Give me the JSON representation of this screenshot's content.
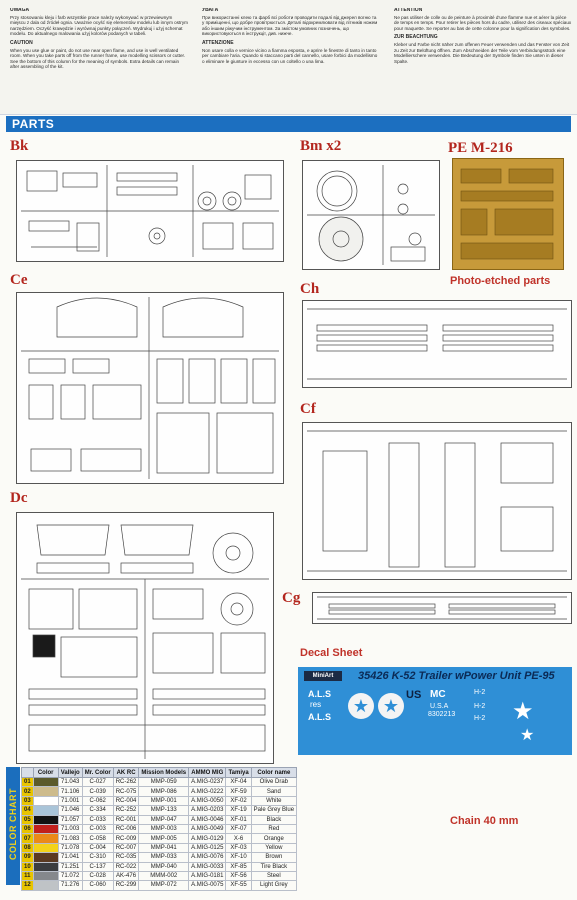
{
  "header": {
    "columns": [
      {
        "title": "UWAGA",
        "text": "Przy stosowaniu kleju i farb wszystkie prace należy wykonywać w przewiewnym miejscu z dala od źródeł ognia. Uważnie ocyść się elementów modelu lub innym ostrym narzędziem. Oczyść krawędzie i wyrównaj punkty połączeń. Wydrukuj i użyj schemat modelu. Do aktualnego malowania użyj kolorów podanych w tabeli.",
        "title2": "CAUTION",
        "text2": "When you use glue or paint, do not use near open flame, and use in well ventilated room. When you take parts off from the runner frame, use modelling scissors or cutter. See the bottom of this column for the meaning of symbols. Extra details can remain after assembling of the kit."
      },
      {
        "title": "УВАГА",
        "text": "При використанні клею та фарб всі роботи проводити подалі від джерел вогню та у приміщенні, що добре провітрюється. Деталі відокремлювати від літників ножем або іншим ріжучим інструментом. За змістом умовних позначень, що використовуються в інструкції, див. нижче.",
        "title2": "ATTENZIONE",
        "text2": "Non usare colla e vernice vicino a fiamma esposta, e aprire le finestre di tanto in tanto per cambiare l'aria. Quando si staccano parti del cannello, usare forbici da modellismo o eliminare le giunture in eccesso con un coltello o una lima."
      },
      {
        "title": "ATTENTION",
        "text": "Ne pas utiliser de colle ou de peinture à proximité d'une flamme nue et aérer la pièce de temps en temps. Pour retirer les pièces hors du cadre, utilisez des ciseaux spéciaux pour maquette. Se reporter au bas de cette colonne pour la signification des symboles.",
        "title2": "ZUR BEACHTUNG",
        "text2": "Kleber und Farbe nicht näher zum offenen Feuer verwenden und das Fenster von Zeit zu Zeit zur Belüftung öffnen. Zum Abschneiden der Teile vom Verbindungsstück eine Modellierschere verwenden. Die Bedeutung der Symbole finden Sie unten in dieser Spalte."
      }
    ]
  },
  "parts_title": "PARTS",
  "sprues": {
    "bk": "Bk",
    "bm": "Bm x2",
    "pe": "PE M-216",
    "pe_caption": "Photo-etched parts",
    "ce": "Ce",
    "ch": "Ch",
    "cf": "Cf",
    "dc": "Dc",
    "cg": "Cg"
  },
  "decal": {
    "label": "Decal Sheet",
    "logo": "MiniArt",
    "title": "35426 K-52 Trailer wPower Unit PE-95",
    "marks": [
      "A.L.S",
      "res",
      "A.L.S",
      "US",
      "MC",
      "U.S.A",
      "8302213",
      "H-2",
      "H-2",
      "H-2"
    ]
  },
  "chain_label": "Chain  40 mm",
  "color_chart": {
    "side_label": "COLOR CHART",
    "headers": [
      "",
      "Color",
      "Vallejo",
      "Mr. Color",
      "AK RC",
      "Mission Models",
      "AMMO MIG",
      "Tamiya",
      "Color name"
    ],
    "rows": [
      {
        "no": "01",
        "color": "#5b5a2b",
        "vallejo": "71.043",
        "mrcolor": "C-027",
        "akrc": "RC-262",
        "mission": "MMP-059",
        "ammo": "A.MIG-0237",
        "tamiya": "XF-04",
        "name": "Olive Drab"
      },
      {
        "no": "02",
        "color": "#cdbb8c",
        "vallejo": "71.106",
        "mrcolor": "C-039",
        "akrc": "RC-075",
        "mission": "MMP-086",
        "ammo": "A.MIG-0222",
        "tamiya": "XF-59",
        "name": "Sand"
      },
      {
        "no": "03",
        "color": "#ffffff",
        "vallejo": "71.001",
        "mrcolor": "C-062",
        "akrc": "RC-004",
        "mission": "MMP-001",
        "ammo": "A.MIG-0050",
        "tamiya": "XF-02",
        "name": "White"
      },
      {
        "no": "04",
        "color": "#a9c4d8",
        "vallejo": "71.046",
        "mrcolor": "C-334",
        "akrc": "RC-252",
        "mission": "MMP-133",
        "ammo": "A.MIG-0203",
        "tamiya": "XF-19",
        "name": "Pale Grey Blue"
      },
      {
        "no": "05",
        "color": "#121212",
        "vallejo": "71.057",
        "mrcolor": "C-033",
        "akrc": "RC-001",
        "mission": "MMP-047",
        "ammo": "A.MIG-0046",
        "tamiya": "XF-01",
        "name": "Black"
      },
      {
        "no": "06",
        "color": "#c1201c",
        "vallejo": "71.003",
        "mrcolor": "C-003",
        "akrc": "RC-006",
        "mission": "MMP-003",
        "ammo": "A.MIG-0049",
        "tamiya": "XF-07",
        "name": "Red"
      },
      {
        "no": "07",
        "color": "#ea8a1a",
        "vallejo": "71.083",
        "mrcolor": "C-058",
        "akrc": "RC-009",
        "mission": "MMP-005",
        "ammo": "A.MIG-0129",
        "tamiya": "X-6",
        "name": "Orange"
      },
      {
        "no": "08",
        "color": "#f3d21a",
        "vallejo": "71.078",
        "mrcolor": "C-004",
        "akrc": "RC-007",
        "mission": "MMP-041",
        "ammo": "A.MIG-0125",
        "tamiya": "XF-03",
        "name": "Yellow"
      },
      {
        "no": "09",
        "color": "#5a3a22",
        "vallejo": "71.041",
        "mrcolor": "C-310",
        "akrc": "RC-035",
        "mission": "MMP-033",
        "ammo": "A.MIG-0076",
        "tamiya": "XF-10",
        "name": "Brown"
      },
      {
        "no": "10",
        "color": "#3b3d40",
        "vallejo": "71.251",
        "mrcolor": "C-137",
        "akrc": "RC-022",
        "mission": "MMP-040",
        "ammo": "A.MIG-0033",
        "tamiya": "XF-85",
        "name": "Tire Black"
      },
      {
        "no": "11",
        "color": "#85888c",
        "vallejo": "71.072",
        "mrcolor": "C-028",
        "akrc": "AK-476",
        "mission": "MMM-002",
        "ammo": "A.MIG-0181",
        "tamiya": "XF-56",
        "name": "Steel"
      },
      {
        "no": "12",
        "color": "#bfc3c6",
        "vallejo": "71.276",
        "mrcolor": "C-060",
        "akrc": "RC-299",
        "mission": "MMP-072",
        "ammo": "A.MIG-0075",
        "tamiya": "XF-55",
        "name": "Light Grey"
      }
    ]
  }
}
